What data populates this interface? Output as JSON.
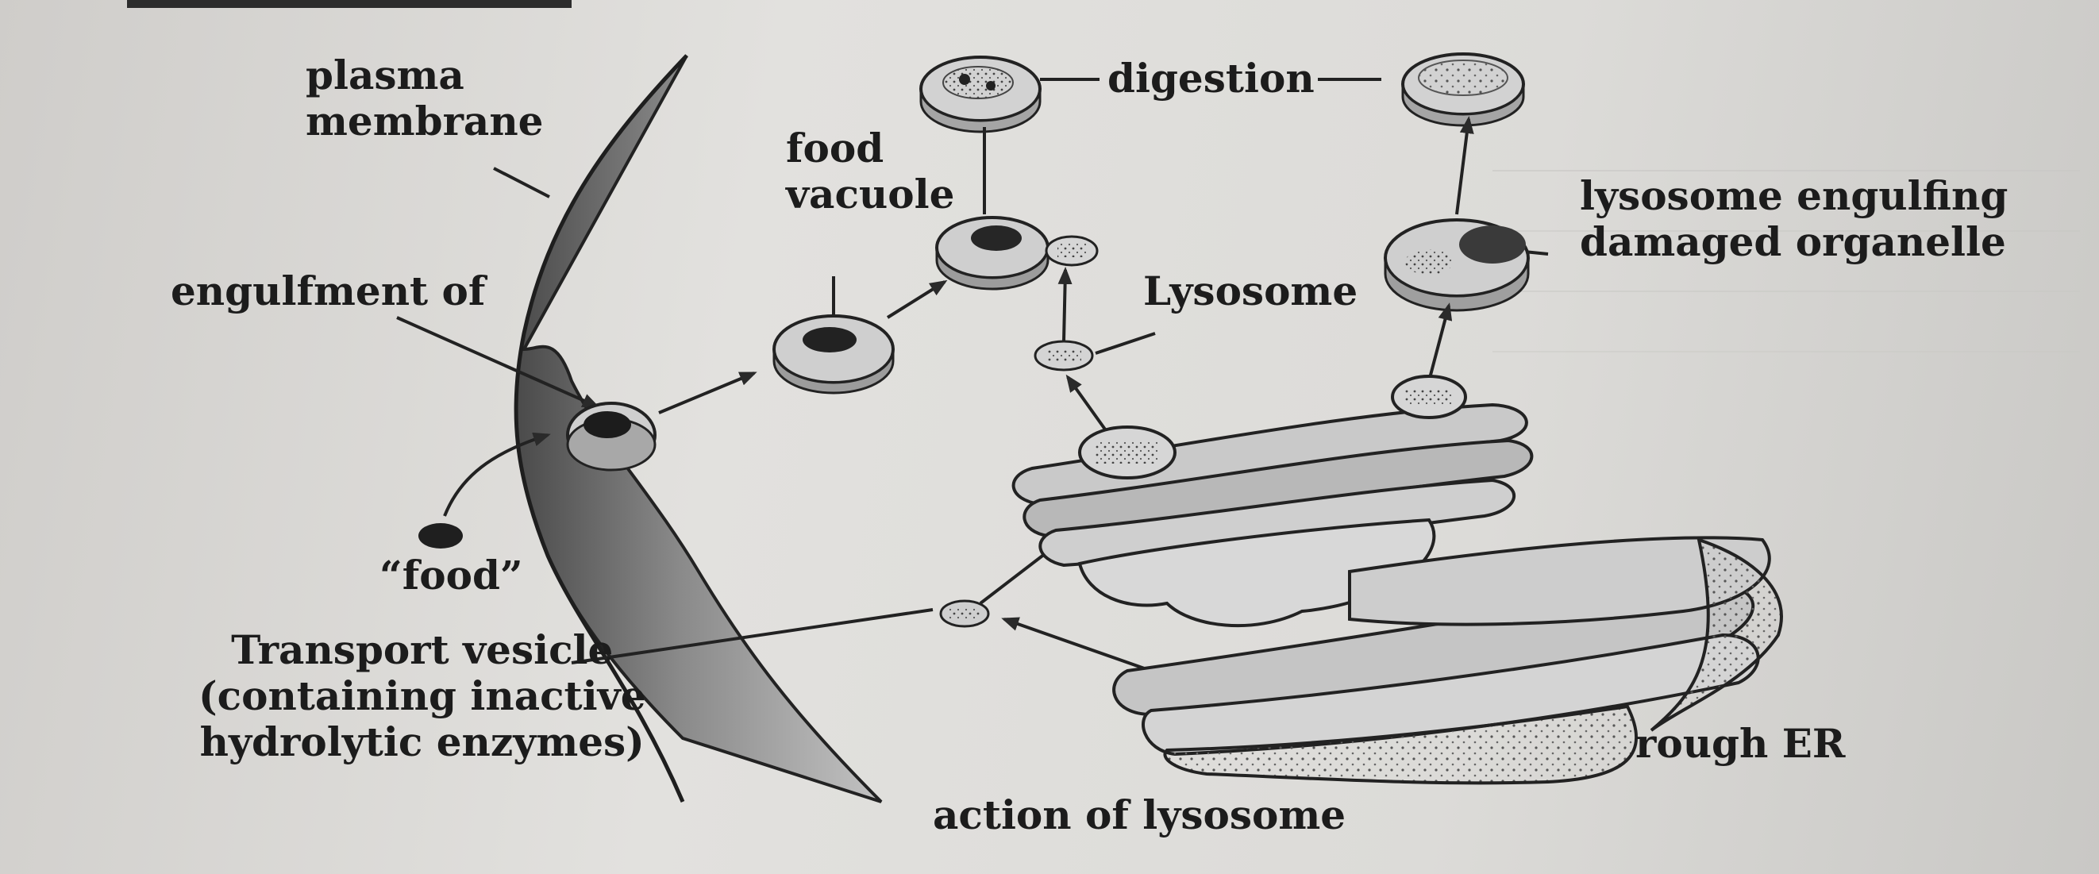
{
  "diagram": {
    "labels": {
      "plasma_membrane": [
        "plasma",
        "membrane"
      ],
      "food_vacuole": [
        "food",
        "vacuole"
      ],
      "digestion": "digestion",
      "lysosome_engulfing": [
        "lysosome engulfing",
        "damaged organelle"
      ],
      "engulfment_of": "engulfment of",
      "lysosome": "Lysosome",
      "food": "“food”",
      "transport_vesicle": [
        "Transport vesicle",
        "(containing inactive",
        "hydrolytic enzymes)"
      ],
      "rough_er": "rough ER",
      "caption": "action of lysosome"
    }
  }
}
